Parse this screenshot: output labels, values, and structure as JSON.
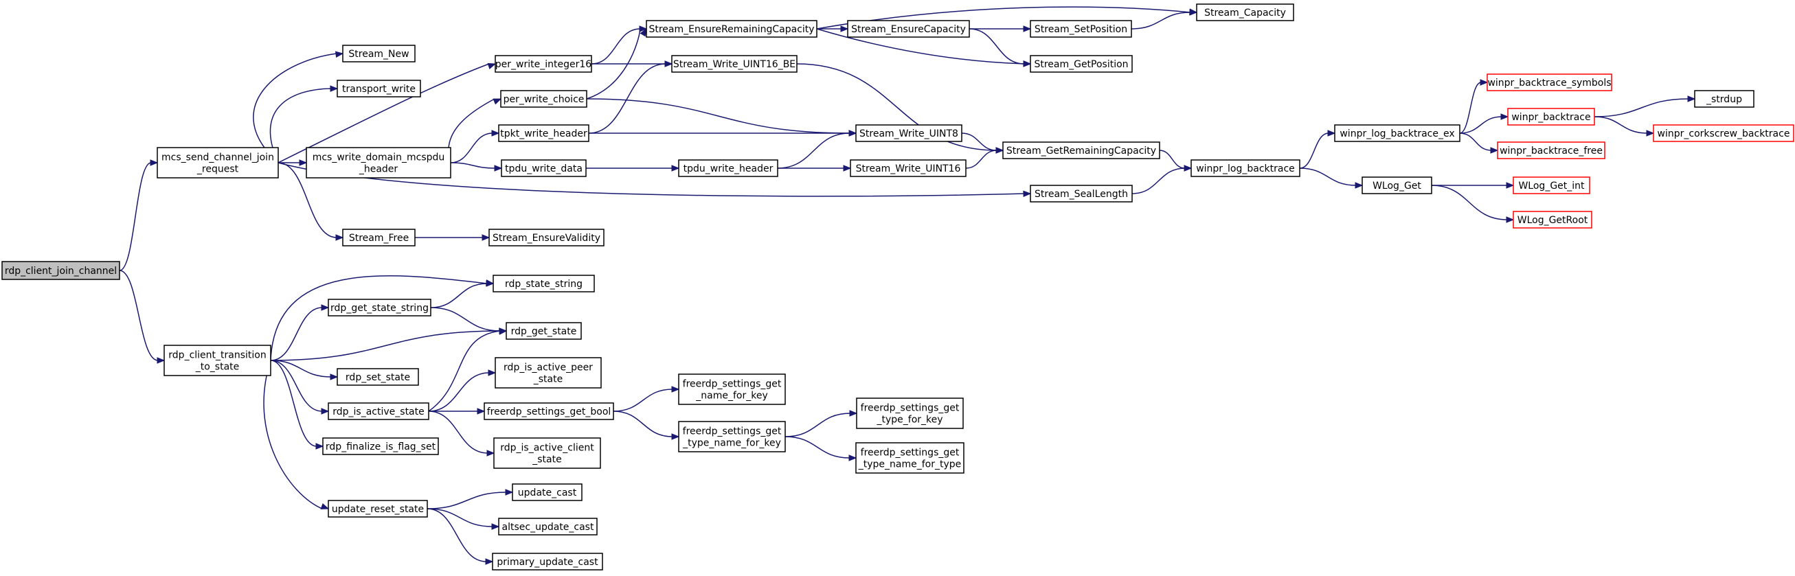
{
  "colors": {
    "edge": "#191970",
    "root_fill": "#bfbfbf",
    "red_border": "#ff0000",
    "border": "#000000"
  },
  "nodes": {
    "rdp_client_join_channel": {
      "lines": [
        "rdp_client_join_channel"
      ],
      "style": "root"
    },
    "mcs_send_channel_join_request": {
      "lines": [
        "mcs_send_channel_join",
        "_request"
      ]
    },
    "rdp_client_transition_to_state": {
      "lines": [
        "rdp_client_transition",
        "_to_state"
      ]
    },
    "Stream_New": {
      "lines": [
        "Stream_New"
      ]
    },
    "transport_write": {
      "lines": [
        "transport_write"
      ]
    },
    "per_write_integer16": {
      "lines": [
        "per_write_integer16"
      ]
    },
    "per_write_choice": {
      "lines": [
        "per_write_choice"
      ]
    },
    "mcs_write_domain_mcspdu_header": {
      "lines": [
        "mcs_write_domain_mcspdu",
        "_header"
      ]
    },
    "tpkt_write_header": {
      "lines": [
        "tpkt_write_header"
      ]
    },
    "tpdu_write_data": {
      "lines": [
        "tpdu_write_data"
      ]
    },
    "tpdu_write_header": {
      "lines": [
        "tpdu_write_header"
      ]
    },
    "Stream_Free": {
      "lines": [
        "Stream_Free"
      ]
    },
    "Stream_EnsureValidity": {
      "lines": [
        "Stream_EnsureValidity"
      ]
    },
    "Stream_EnsureRemainingCapacity": {
      "lines": [
        "Stream_EnsureRemainingCapacity"
      ]
    },
    "Stream_EnsureCapacity": {
      "lines": [
        "Stream_EnsureCapacity"
      ]
    },
    "Stream_SetPosition": {
      "lines": [
        "Stream_SetPosition"
      ]
    },
    "Stream_Capacity": {
      "lines": [
        "Stream_Capacity"
      ]
    },
    "Stream_GetPosition": {
      "lines": [
        "Stream_GetPosition"
      ]
    },
    "Stream_Write_UINT16_BE": {
      "lines": [
        "Stream_Write_UINT16_BE"
      ]
    },
    "Stream_Write_UINT8": {
      "lines": [
        "Stream_Write_UINT8"
      ]
    },
    "Stream_Write_UINT16": {
      "lines": [
        "Stream_Write_UINT16"
      ]
    },
    "Stream_GetRemainingCapacity": {
      "lines": [
        "Stream_GetRemainingCapacity"
      ]
    },
    "Stream_SealLength": {
      "lines": [
        "Stream_SealLength"
      ]
    },
    "winpr_log_backtrace": {
      "lines": [
        "winpr_log_backtrace"
      ]
    },
    "winpr_log_backtrace_ex": {
      "lines": [
        "winpr_log_backtrace_ex"
      ]
    },
    "WLog_Get": {
      "lines": [
        "WLog_Get"
      ]
    },
    "winpr_backtrace_symbols": {
      "lines": [
        "winpr_backtrace_symbols"
      ],
      "style": "red"
    },
    "winpr_backtrace": {
      "lines": [
        "winpr_backtrace"
      ],
      "style": "red"
    },
    "winpr_backtrace_free": {
      "lines": [
        "winpr_backtrace_free"
      ],
      "style": "red"
    },
    "_strdup": {
      "lines": [
        "_strdup"
      ]
    },
    "winpr_corkscrew_backtrace": {
      "lines": [
        "winpr_corkscrew_backtrace"
      ],
      "style": "red"
    },
    "WLog_Get_int": {
      "lines": [
        "WLog_Get_int"
      ],
      "style": "red"
    },
    "WLog_GetRoot": {
      "lines": [
        "WLog_GetRoot"
      ],
      "style": "red"
    },
    "rdp_get_state_string": {
      "lines": [
        "rdp_get_state_string"
      ]
    },
    "rdp_state_string": {
      "lines": [
        "rdp_state_string"
      ]
    },
    "rdp_get_state": {
      "lines": [
        "rdp_get_state"
      ]
    },
    "rdp_set_state": {
      "lines": [
        "rdp_set_state"
      ]
    },
    "rdp_is_active_state": {
      "lines": [
        "rdp_is_active_state"
      ]
    },
    "rdp_is_active_peer_state": {
      "lines": [
        "rdp_is_active_peer",
        "_state"
      ]
    },
    "freerdp_settings_get_bool": {
      "lines": [
        "freerdp_settings_get_bool"
      ]
    },
    "rdp_is_active_client_state": {
      "lines": [
        "rdp_is_active_client",
        "_state"
      ]
    },
    "freerdp_settings_get_name_for_key": {
      "lines": [
        "freerdp_settings_get",
        "_name_for_key"
      ]
    },
    "freerdp_settings_get_type_name_for_key": {
      "lines": [
        "freerdp_settings_get",
        "_type_name_for_key"
      ]
    },
    "freerdp_settings_get_type_for_key": {
      "lines": [
        "freerdp_settings_get",
        "_type_for_key"
      ]
    },
    "freerdp_settings_get_type_name_for_type": {
      "lines": [
        "freerdp_settings_get",
        "_type_name_for_type"
      ]
    },
    "rdp_finalize_is_flag_set": {
      "lines": [
        "rdp_finalize_is_flag_set"
      ]
    },
    "update_reset_state": {
      "lines": [
        "update_reset_state"
      ]
    },
    "update_cast": {
      "lines": [
        "update_cast"
      ]
    },
    "altsec_update_cast": {
      "lines": [
        "altsec_update_cast"
      ]
    },
    "primary_update_cast": {
      "lines": [
        "primary_update_cast"
      ]
    }
  },
  "edges": [
    [
      "rdp_client_join_channel",
      "mcs_send_channel_join_request"
    ],
    [
      "rdp_client_join_channel",
      "rdp_client_transition_to_state"
    ],
    [
      "mcs_send_channel_join_request",
      "Stream_New"
    ],
    [
      "mcs_send_channel_join_request",
      "transport_write"
    ],
    [
      "mcs_send_channel_join_request",
      "per_write_integer16"
    ],
    [
      "mcs_send_channel_join_request",
      "mcs_write_domain_mcspdu_header"
    ],
    [
      "mcs_send_channel_join_request",
      "Stream_SealLength"
    ],
    [
      "mcs_send_channel_join_request",
      "Stream_Free"
    ],
    [
      "per_write_integer16",
      "Stream_EnsureRemainingCapacity"
    ],
    [
      "per_write_integer16",
      "Stream_Write_UINT16_BE"
    ],
    [
      "per_write_choice",
      "Stream_EnsureRemainingCapacity"
    ],
    [
      "per_write_choice",
      "Stream_Write_UINT8"
    ],
    [
      "mcs_write_domain_mcspdu_header",
      "per_write_choice"
    ],
    [
      "mcs_write_domain_mcspdu_header",
      "tpkt_write_header"
    ],
    [
      "mcs_write_domain_mcspdu_header",
      "tpdu_write_data"
    ],
    [
      "tpkt_write_header",
      "Stream_Write_UINT16_BE"
    ],
    [
      "tpkt_write_header",
      "Stream_Write_UINT8"
    ],
    [
      "tpdu_write_data",
      "tpdu_write_header"
    ],
    [
      "tpdu_write_header",
      "Stream_Write_UINT8"
    ],
    [
      "tpdu_write_header",
      "Stream_Write_UINT16"
    ],
    [
      "Stream_Free",
      "Stream_EnsureValidity"
    ],
    [
      "Stream_EnsureRemainingCapacity",
      "Stream_Capacity"
    ],
    [
      "Stream_EnsureRemainingCapacity",
      "Stream_EnsureCapacity"
    ],
    [
      "Stream_EnsureRemainingCapacity",
      "Stream_GetPosition"
    ],
    [
      "Stream_EnsureCapacity",
      "Stream_SetPosition"
    ],
    [
      "Stream_EnsureCapacity",
      "Stream_GetPosition"
    ],
    [
      "Stream_SetPosition",
      "Stream_Capacity"
    ],
    [
      "Stream_Write_UINT16_BE",
      "Stream_GetRemainingCapacity"
    ],
    [
      "Stream_Write_UINT8",
      "Stream_GetRemainingCapacity"
    ],
    [
      "Stream_Write_UINT16",
      "Stream_GetRemainingCapacity"
    ],
    [
      "Stream_GetRemainingCapacity",
      "winpr_log_backtrace"
    ],
    [
      "Stream_SealLength",
      "winpr_log_backtrace"
    ],
    [
      "winpr_log_backtrace",
      "winpr_log_backtrace_ex"
    ],
    [
      "winpr_log_backtrace",
      "WLog_Get"
    ],
    [
      "winpr_log_backtrace_ex",
      "winpr_backtrace_symbols"
    ],
    [
      "winpr_log_backtrace_ex",
      "winpr_backtrace"
    ],
    [
      "winpr_log_backtrace_ex",
      "winpr_backtrace_free"
    ],
    [
      "winpr_backtrace",
      "_strdup"
    ],
    [
      "winpr_backtrace",
      "winpr_corkscrew_backtrace"
    ],
    [
      "WLog_Get",
      "WLog_Get_int"
    ],
    [
      "WLog_Get",
      "WLog_GetRoot"
    ],
    [
      "rdp_client_transition_to_state",
      "rdp_state_string"
    ],
    [
      "rdp_client_transition_to_state",
      "rdp_get_state_string"
    ],
    [
      "rdp_client_transition_to_state",
      "rdp_get_state"
    ],
    [
      "rdp_client_transition_to_state",
      "rdp_set_state"
    ],
    [
      "rdp_client_transition_to_state",
      "rdp_is_active_state"
    ],
    [
      "rdp_client_transition_to_state",
      "rdp_finalize_is_flag_set"
    ],
    [
      "rdp_client_transition_to_state",
      "update_reset_state"
    ],
    [
      "rdp_get_state_string",
      "rdp_state_string"
    ],
    [
      "rdp_get_state_string",
      "rdp_get_state"
    ],
    [
      "rdp_is_active_state",
      "rdp_get_state"
    ],
    [
      "rdp_is_active_state",
      "rdp_is_active_peer_state"
    ],
    [
      "rdp_is_active_state",
      "freerdp_settings_get_bool"
    ],
    [
      "rdp_is_active_state",
      "rdp_is_active_client_state"
    ],
    [
      "freerdp_settings_get_bool",
      "freerdp_settings_get_name_for_key"
    ],
    [
      "freerdp_settings_get_bool",
      "freerdp_settings_get_type_name_for_key"
    ],
    [
      "freerdp_settings_get_type_name_for_key",
      "freerdp_settings_get_type_for_key"
    ],
    [
      "freerdp_settings_get_type_name_for_key",
      "freerdp_settings_get_type_name_for_type"
    ],
    [
      "update_reset_state",
      "update_cast"
    ],
    [
      "update_reset_state",
      "altsec_update_cast"
    ],
    [
      "update_reset_state",
      "primary_update_cast"
    ]
  ]
}
